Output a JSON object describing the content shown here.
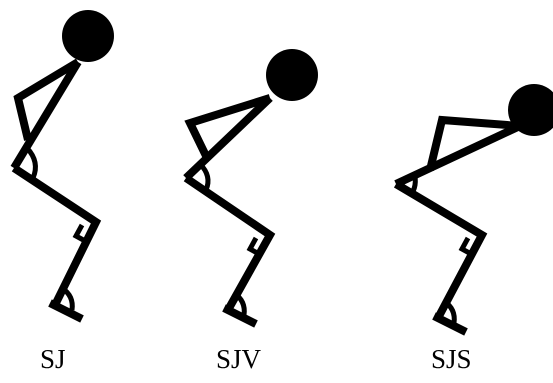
{
  "figure": {
    "stroke_color": "#000000",
    "background_color": "#ffffff",
    "figures": [
      {
        "id": "sj",
        "label": "SJ"
      },
      {
        "id": "sjv",
        "label": "SJV"
      },
      {
        "id": "sjs",
        "label": "SJS"
      }
    ]
  }
}
